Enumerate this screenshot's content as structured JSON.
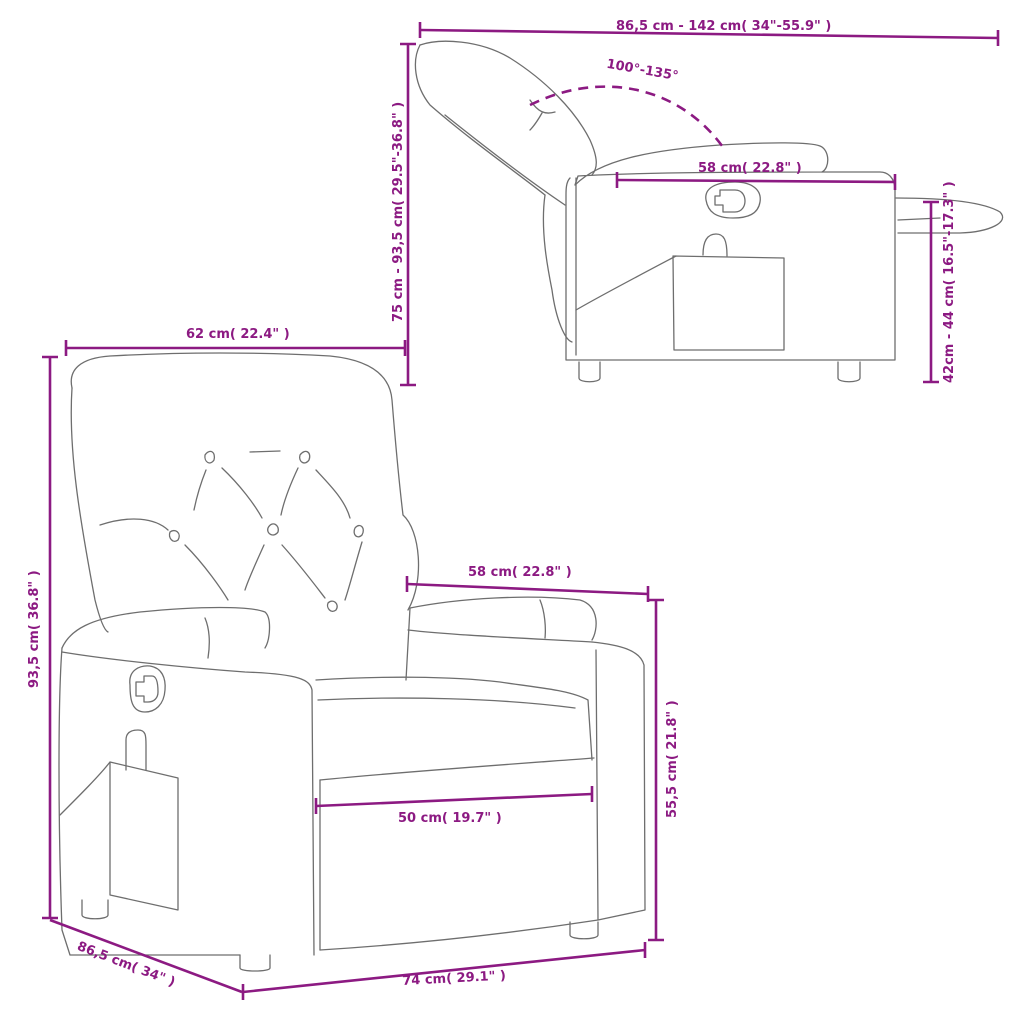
{
  "diagram": {
    "subject": "Recliner chair dimensions",
    "accent_color": "#8c1a82",
    "line_color": "#6e6e6e",
    "side_view": {
      "overall_length": "86,5 cm - 142 cm( 34\"-55.9\" )",
      "recline_angle": "100°-135°",
      "seat_depth": "58 cm( 22.8\" )",
      "height_range": "75 cm - 93,5 cm( 29.5\"-36.8\" )",
      "footrest_height": "42cm - 44 cm( 16.5\"-17.3\" )"
    },
    "front_view": {
      "backrest_width": "62 cm( 22.4\" )",
      "total_height": "93,5 cm( 36.8\" )",
      "armrest_length": "58 cm( 22.8\" )",
      "armrest_height": "55,5 cm( 21.8\" )",
      "seat_width": "50 cm( 19.7\" )",
      "depth": "86,5 cm( 34\" )",
      "total_width": "74 cm( 29.1\" )"
    }
  }
}
